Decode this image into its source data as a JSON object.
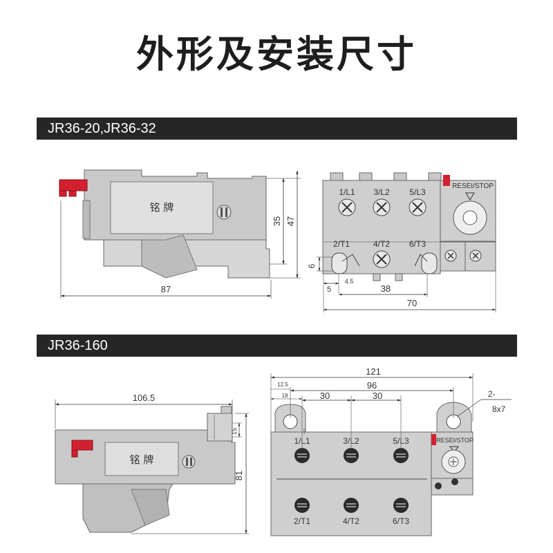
{
  "title": "外形及安装尺寸",
  "sections": [
    {
      "label": "JR36-20,JR36-32"
    },
    {
      "label": "JR36-160"
    }
  ],
  "top_side": {
    "nameplate": "铭  牌",
    "dim_width": "87",
    "dim_h1": "35",
    "dim_h2": "47"
  },
  "top_front": {
    "terminals_top": [
      "1/L1",
      "3/L2",
      "5/L3"
    ],
    "terminals_bottom": [
      "2/T1",
      "4/T2",
      "6/T3"
    ],
    "reset_label": "RESEI/STOP",
    "dim_6": "6",
    "dim_5": "5",
    "dim_45": "4.5",
    "dim_38": "38",
    "dim_70": "70"
  },
  "bottom_side": {
    "nameplate": "铭  牌",
    "dim_width": "106.5",
    "dim_height": "81",
    "dim_15": "15"
  },
  "bottom_front": {
    "terminals_top": [
      "1/L1",
      "3/L2",
      "5/L3"
    ],
    "terminals_bottom": [
      "2/T1",
      "4/T2",
      "6/T3"
    ],
    "reset_label": "RESEI/STOP",
    "dim_121": "121",
    "dim_96": "96",
    "dim_125": "12.5",
    "dim_18": "18",
    "dim_30a": "30",
    "dim_30b": "30",
    "hole_count": "2-",
    "hole_size": "8x7"
  }
}
